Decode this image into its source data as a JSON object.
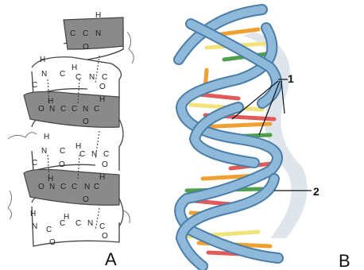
{
  "panel_labels": {
    "left": "A",
    "right": "B"
  },
  "callouts": {
    "base_pairs": "1",
    "backbone": "2"
  },
  "atoms": {
    "hydrogen": "H",
    "nitrogen": "N",
    "carbon": "C",
    "oxygen": "O"
  },
  "colors": {
    "ribbon_shaded": "#8a8a8a",
    "ribbon_line": "#444444",
    "backbone_blue": "#8fb9d9",
    "backbone_dark": "#4a7ea8",
    "backbone_shadow": "#c9d5de",
    "base_orange": "#f0a030",
    "base_yellow": "#f2e27a",
    "base_red": "#e05a5a",
    "base_green": "#4ea04e"
  }
}
